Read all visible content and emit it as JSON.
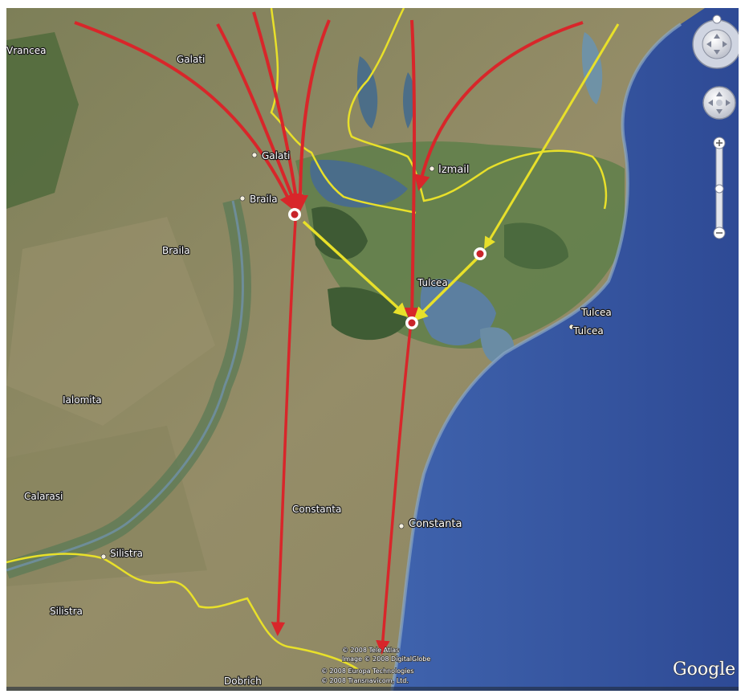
{
  "map": {
    "colors": {
      "sea": "#3a5aa8",
      "land": "#8c8a66",
      "delta": "#5f7a4e",
      "border": "#e8e02a",
      "red_arrow": "#d8262a",
      "yellow_arrow": "#e8e02a"
    },
    "labels": {
      "vrancea": "Vrancea",
      "galati_region": "Galati",
      "galati_city": "Galati",
      "braila_city": "Braila",
      "braila_region": "Braila",
      "izmail": "Izmail",
      "tulcea_1": "Tulcea",
      "tulcea_2": "Tulcea",
      "tulcea_3": "Tulcea",
      "ialomita": "Ialomita",
      "calarasi": "Calarasi",
      "constanta_region": "Constanta",
      "constanta_city": "Constanta",
      "silistra_city": "Silistra",
      "silistra_region": "Silistra",
      "dobrich": "Dobrich"
    },
    "attribution": [
      "© 2008 Tele Atlas",
      "Image © 2008 DigitalGlobe",
      "© 2008 Europa Technologies",
      "© 2008 Transnavicom, Ltd."
    ],
    "logo": "Google",
    "icons": {
      "look": "look-joystick-icon",
      "move": "move-joystick-icon",
      "zoom_in": "plus-icon",
      "zoom_out": "minus-icon",
      "north": "north-indicator-icon"
    }
  }
}
